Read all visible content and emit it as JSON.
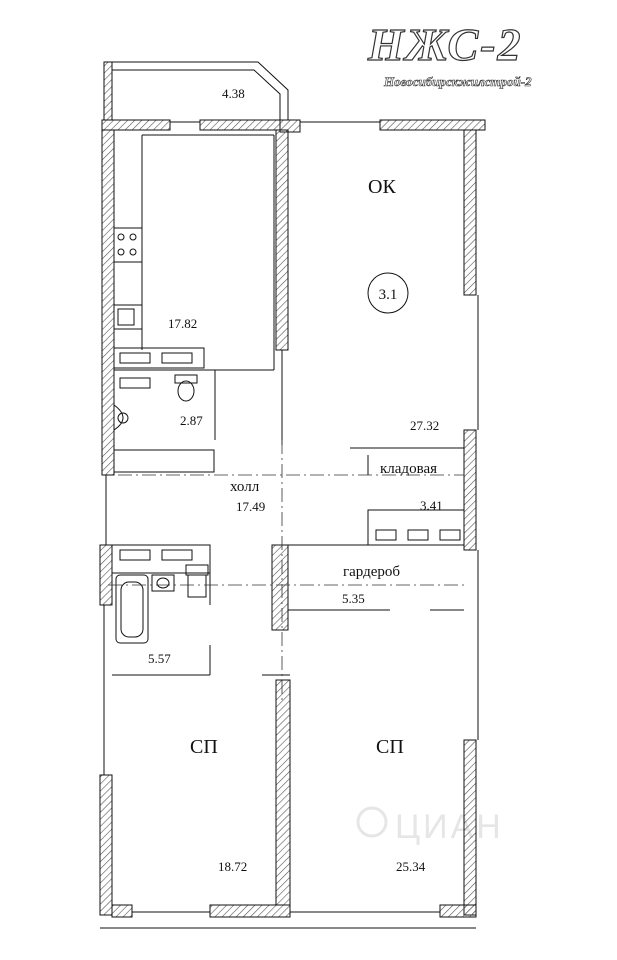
{
  "logo": {
    "main": "НЖС-2",
    "sub": "Новосибирскжилстрой-2"
  },
  "watermark": "ЦИАН",
  "apartment_number": "3.1",
  "rooms": {
    "balcony": {
      "area": "4.38"
    },
    "kitchen": {
      "area": "17.82"
    },
    "living": {
      "label": "ОК",
      "area": "27.32"
    },
    "wc": {
      "area": "2.87"
    },
    "storage": {
      "label": "кладовая",
      "area": "3.41"
    },
    "hall": {
      "label": "холл",
      "area": "17.49"
    },
    "wardrobe": {
      "label": "гардероб",
      "area": "5.35"
    },
    "bathroom": {
      "area": "5.57"
    },
    "bedroom1": {
      "label": "СП",
      "area": "18.72"
    },
    "bedroom2": {
      "label": "СП",
      "area": "25.34"
    }
  },
  "colors": {
    "wall_hatch": "#555555",
    "line": "#111111",
    "watermark": "#e6e6e6"
  }
}
